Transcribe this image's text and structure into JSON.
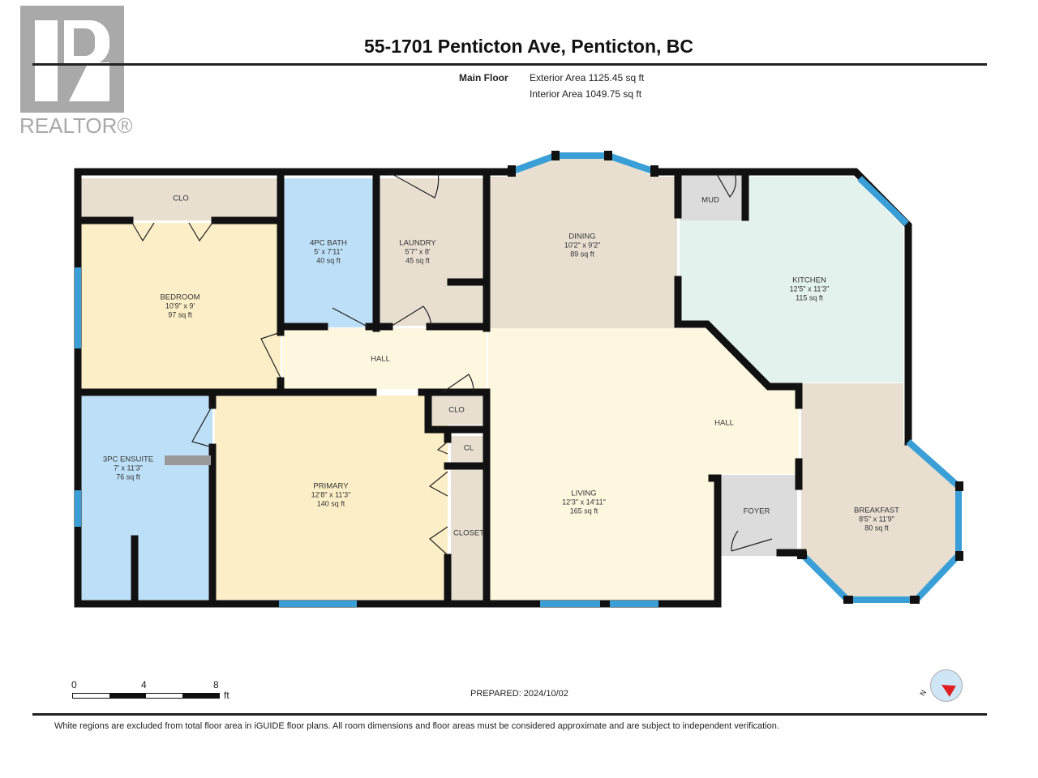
{
  "header": {
    "title": "55-1701 Penticton Ave, Penticton, BC",
    "floor": "Main Floor",
    "exterior_area": "Exterior Area 1125.45 sq ft",
    "interior_area": "Interior Area 1049.75 sq ft"
  },
  "logo": {
    "text": "REALTOR®"
  },
  "rooms": {
    "clo_top": {
      "name": "CLO"
    },
    "bedroom": {
      "name": "BEDROOM",
      "dims": "10'9\" x 9'",
      "area": "97 sq ft"
    },
    "bath4": {
      "name": "4PC BATH",
      "dims": "5' x 7'11\"",
      "area": "40 sq ft"
    },
    "laundry": {
      "name": "LAUNDRY",
      "dims": "5'7\" x 8'",
      "area": "45 sq ft"
    },
    "dining": {
      "name": "DINING",
      "dims": "10'2\" x 9'2\"",
      "area": "89 sq ft"
    },
    "mud": {
      "name": "MUD"
    },
    "kitchen": {
      "name": "KITCHEN",
      "dims": "12'5\" x 11'3\"",
      "area": "115 sq ft"
    },
    "hall_west": {
      "name": "HALL"
    },
    "hall_east": {
      "name": "HALL"
    },
    "clo_small": {
      "name": "CLO"
    },
    "cl": {
      "name": "CL"
    },
    "closet": {
      "name": "CLOSET"
    },
    "ensuite": {
      "name": "3PC ENSUITE",
      "dims": "7' x 11'3\"",
      "area": "76 sq ft"
    },
    "primary": {
      "name": "PRIMARY",
      "dims": "12'8\" x 11'3\"",
      "area": "140 sq ft"
    },
    "living": {
      "name": "LIVING",
      "dims": "12'3\" x 14'11\"",
      "area": "165 sq ft"
    },
    "foyer": {
      "name": "FOYER"
    },
    "breakfast": {
      "name": "BREAKFAST",
      "dims": "8'5\" x 11'9\"",
      "area": "80 sq ft"
    }
  },
  "scale": {
    "ticks": [
      "0",
      "4",
      "8"
    ],
    "unit": "ft"
  },
  "prepared": "PREPARED: 2024/10/02",
  "compass": {
    "label": "N"
  },
  "footer": "White regions are excluded from total floor area in iGUIDE floor plans. All room dimensions and floor areas must be considered approximate and are subject to independent verification.",
  "colors": {
    "wall": "#111111",
    "window": "#3a9fd6",
    "beige": "#e8dfd1",
    "yellow": "#fcefc8",
    "blue": "#bde0f8",
    "mint": "#e3f2ec",
    "hall": "#fdf7e0",
    "grey": "#dcdcdc"
  }
}
